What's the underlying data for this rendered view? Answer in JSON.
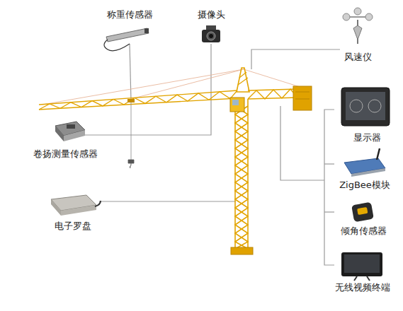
{
  "diagram": {
    "labels": [
      "称重传感器",
      "摄像头",
      "风速仪",
      "显示器",
      "卷扬测量传感器",
      "ZigBee模块",
      "电子罗盘",
      "倾角传感器",
      "无线视频终端"
    ]
  }
}
